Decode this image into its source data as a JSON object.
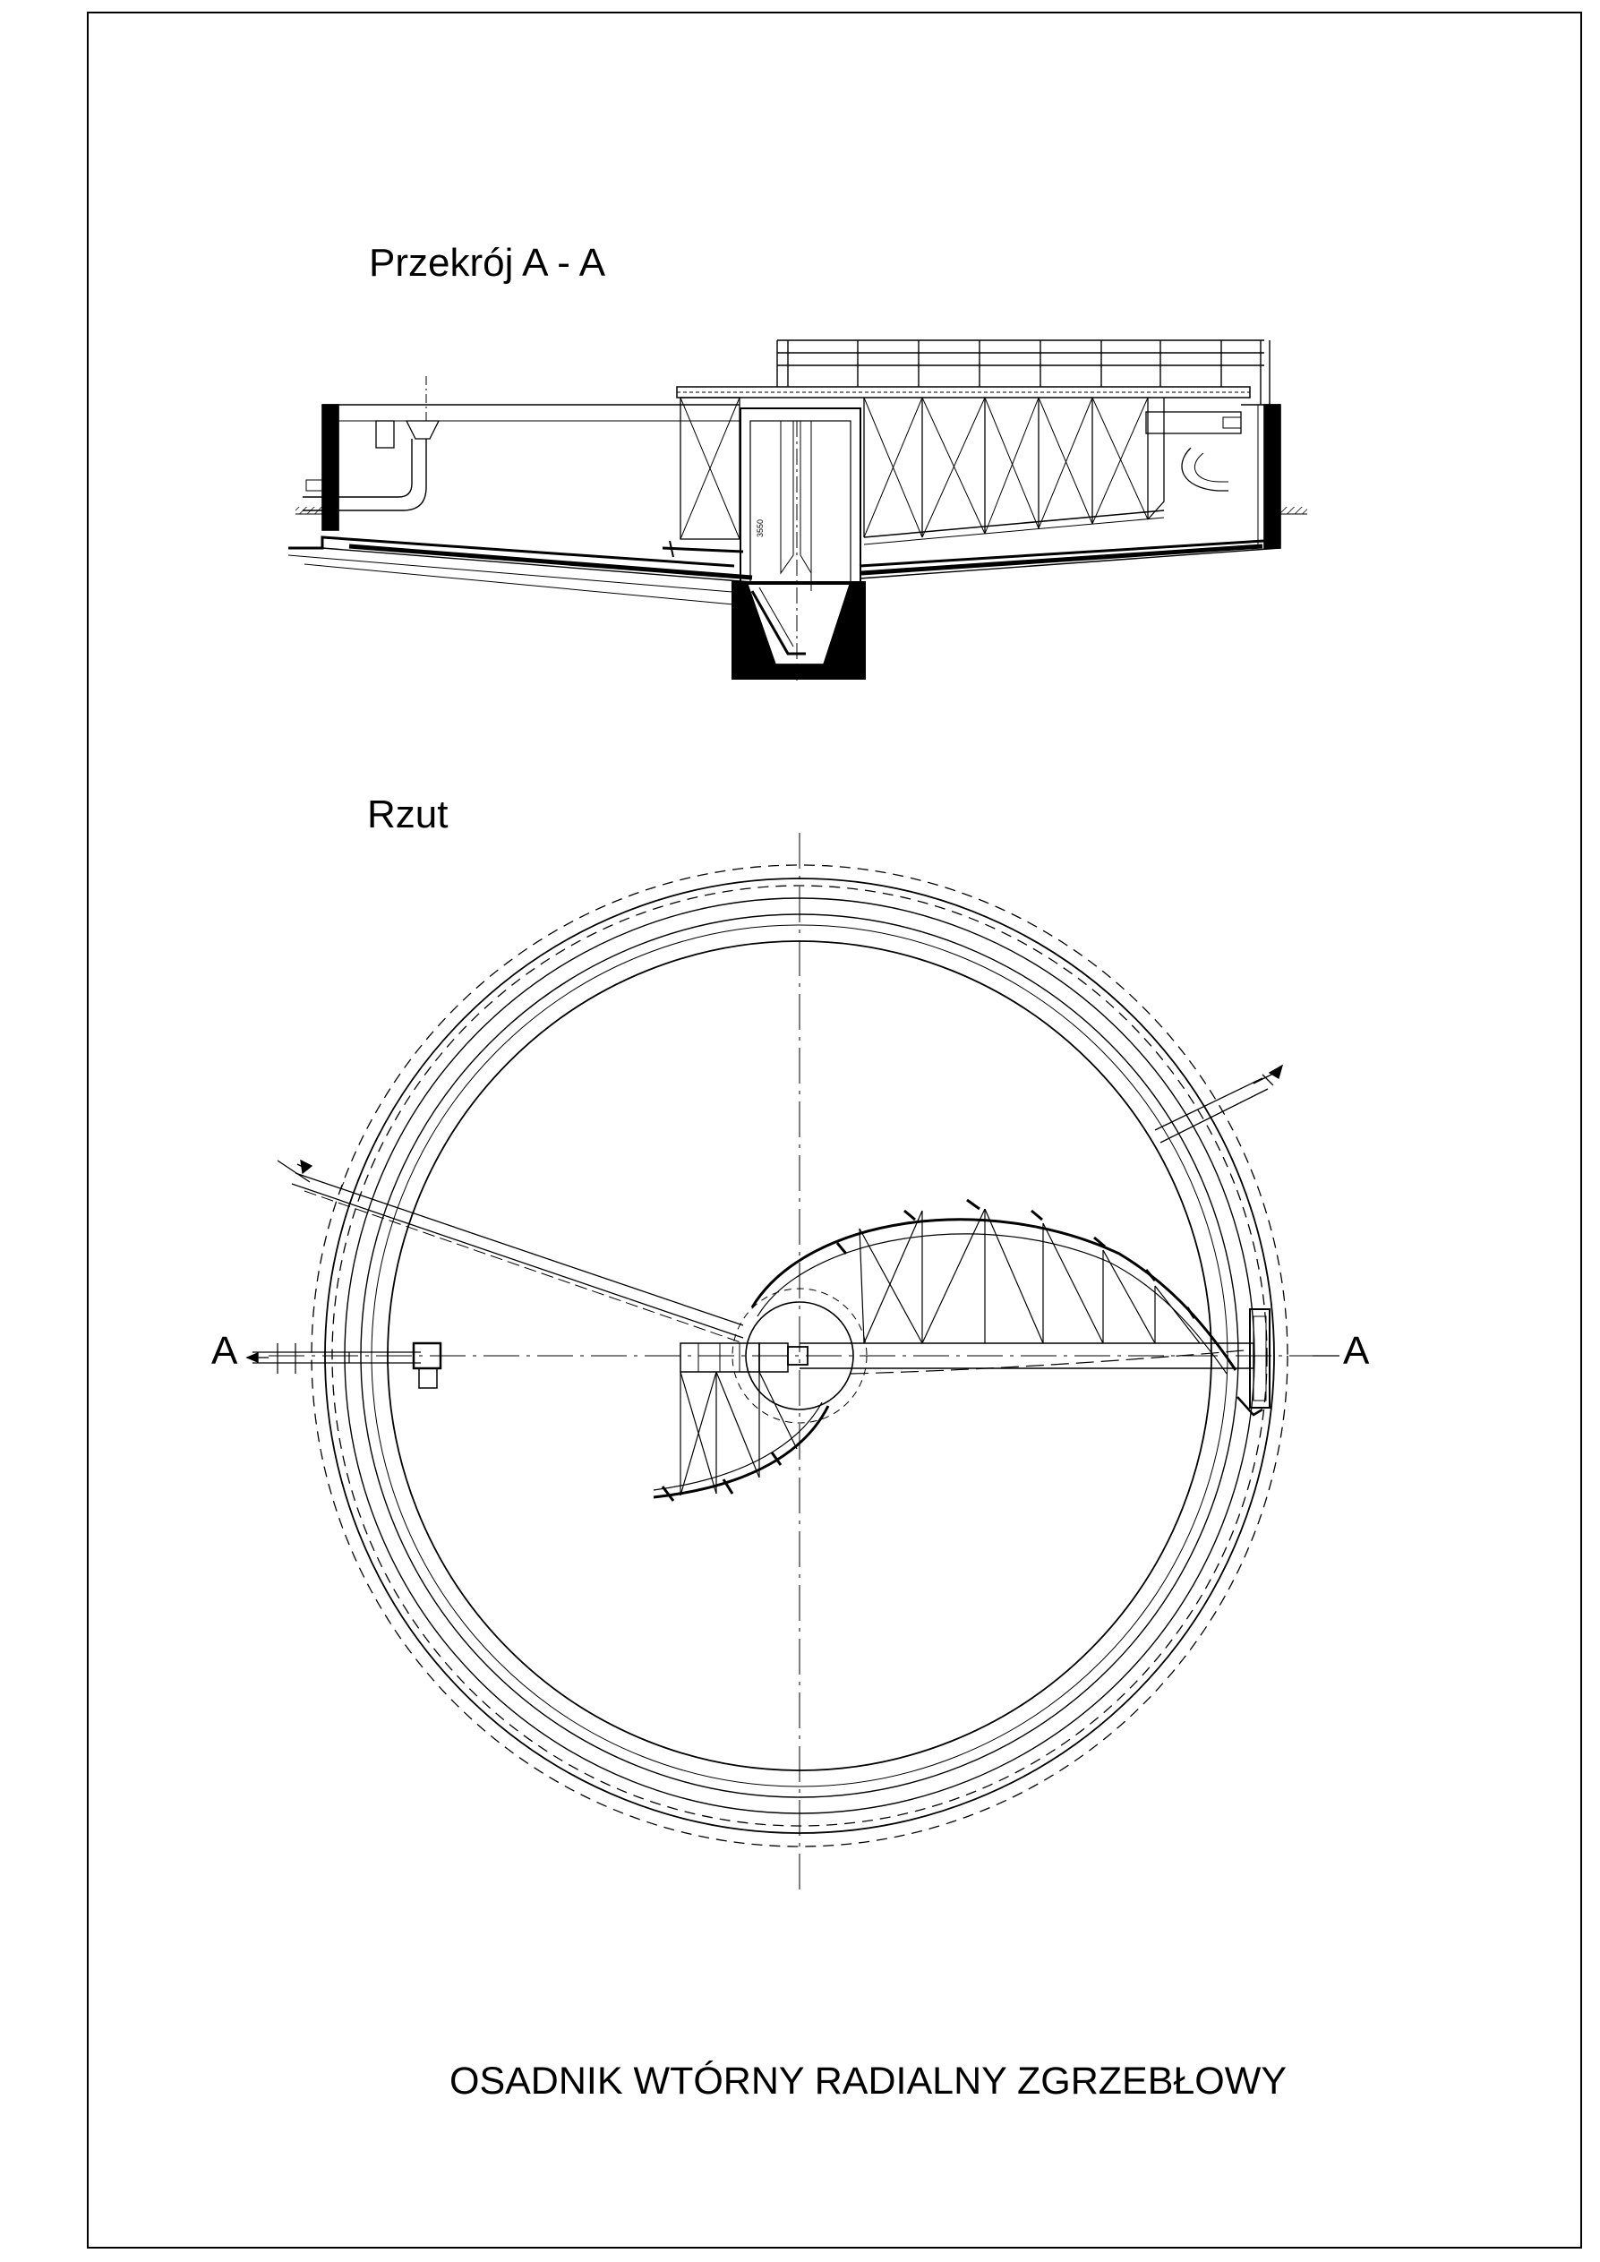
{
  "section": {
    "title": "Przekrój A - A",
    "dimension": "3550"
  },
  "plan": {
    "title": "Rzut",
    "marker_left": "A",
    "marker_right": "A"
  },
  "drawing_title": "OSADNIK WTÓRNY RADIALNY ZGRZEBŁOWY",
  "colors": {
    "ink": "#000000",
    "paper": "#ffffff"
  }
}
